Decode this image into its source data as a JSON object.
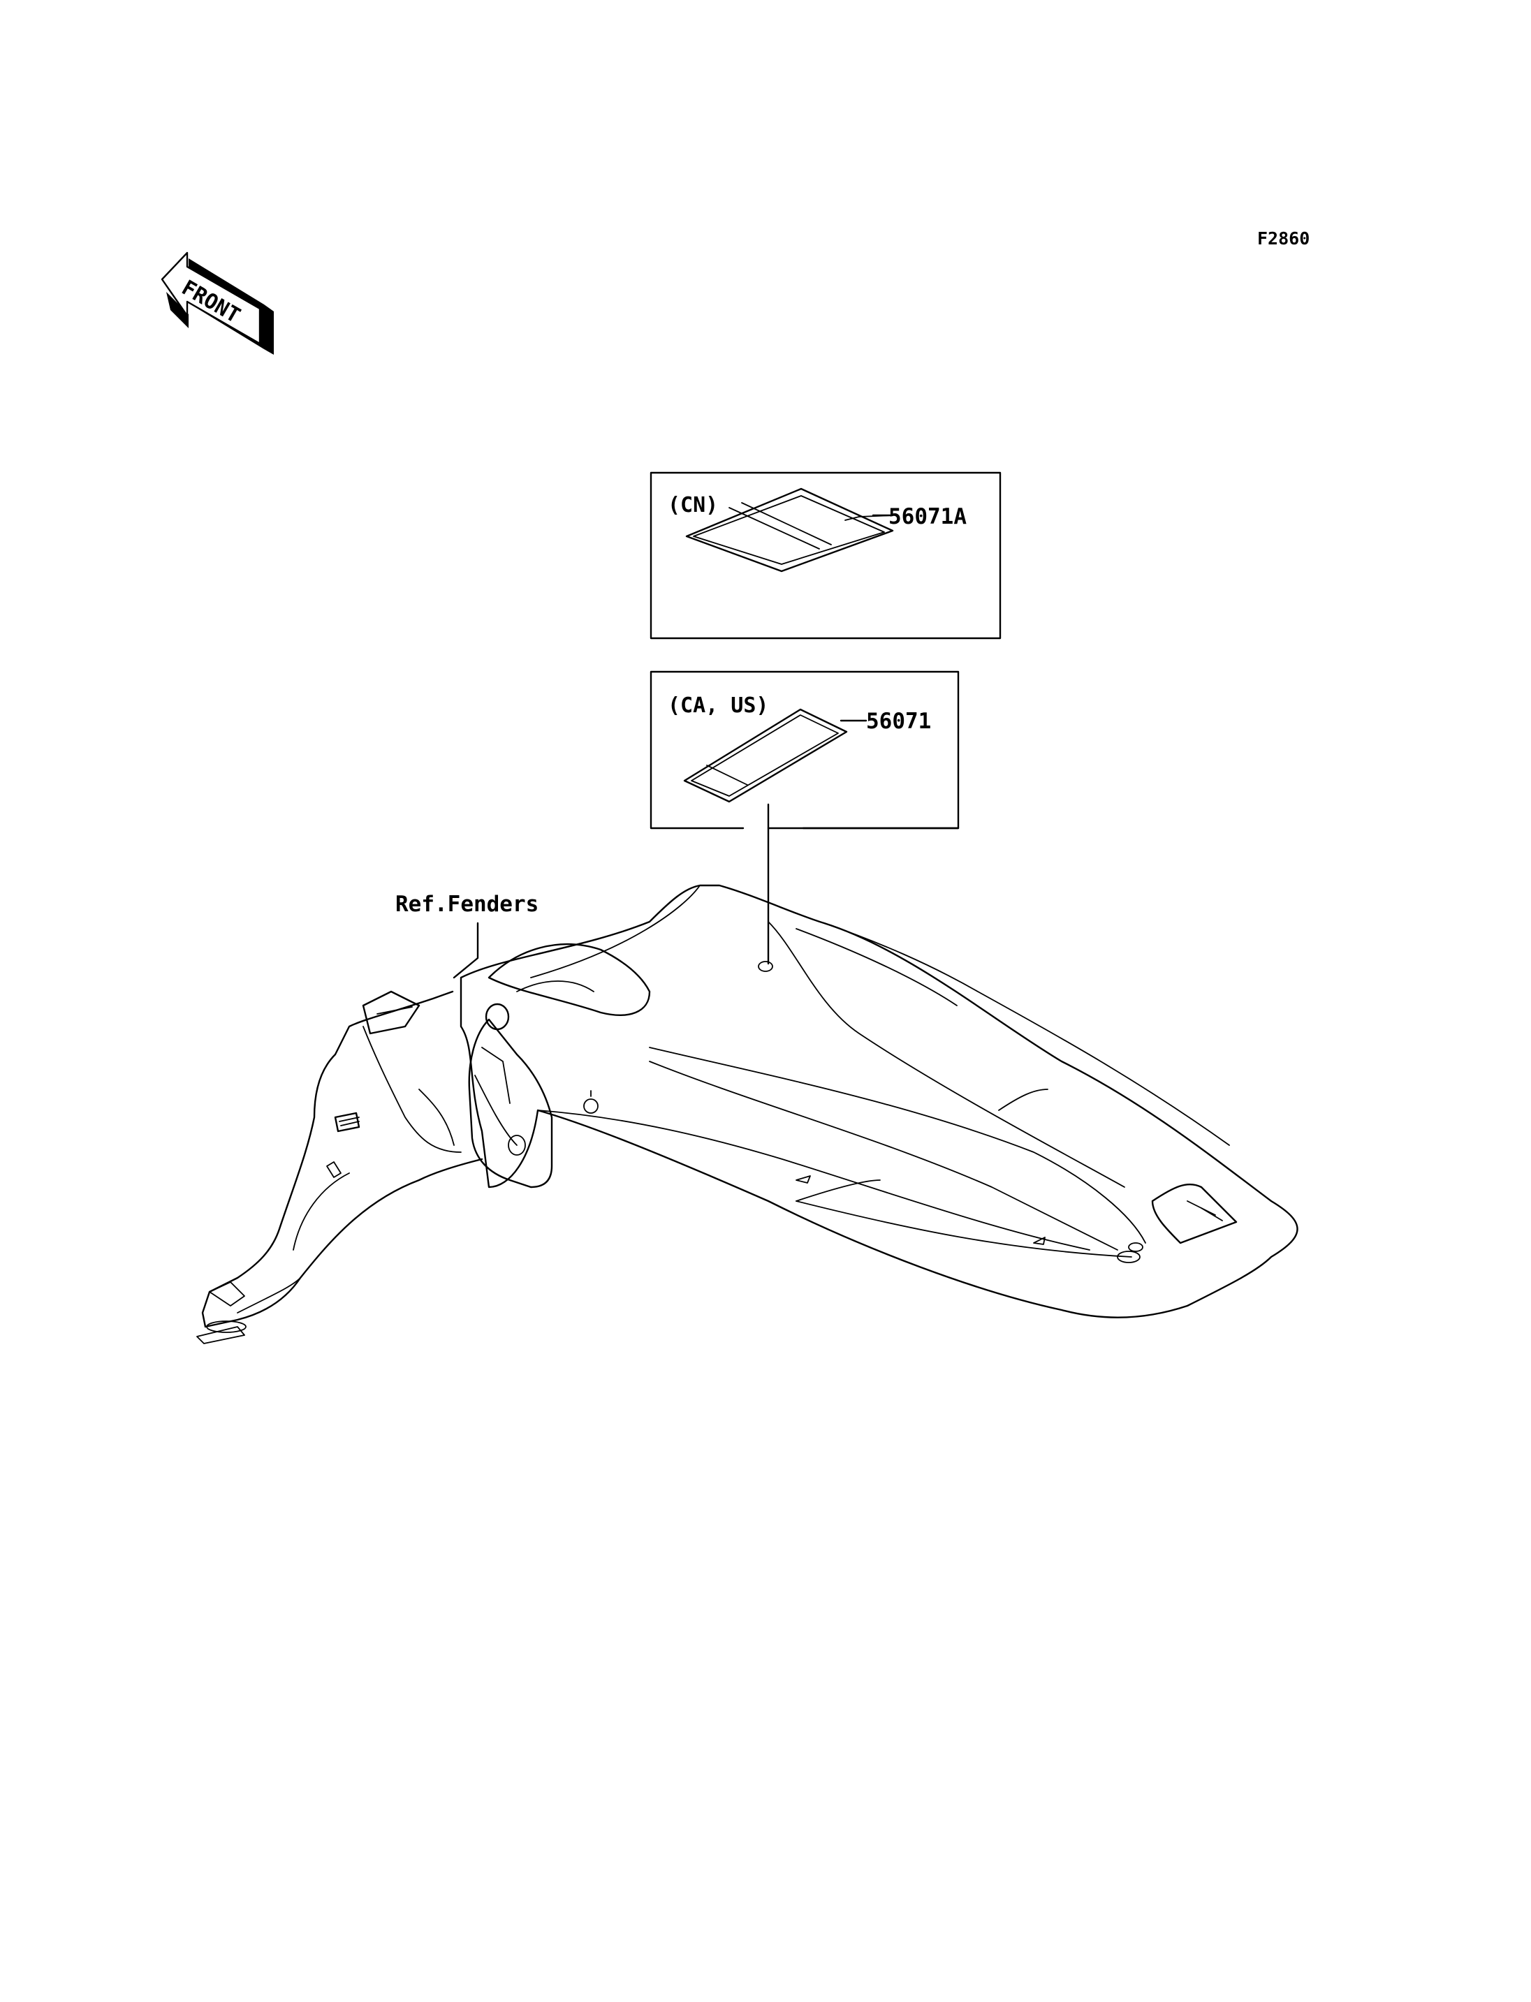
{
  "figure_code": "F2860",
  "front_arrow": {
    "label": "FRONT",
    "icon": "front-direction-arrow-icon"
  },
  "callouts": {
    "cn_region": "(CN)",
    "cn_part": "56071A",
    "ca_us_region": "(CA, US)",
    "ca_us_part": "56071",
    "ref_fenders": "Ref.Fenders"
  },
  "colors": {
    "line": "#000000",
    "background": "#ffffff"
  }
}
